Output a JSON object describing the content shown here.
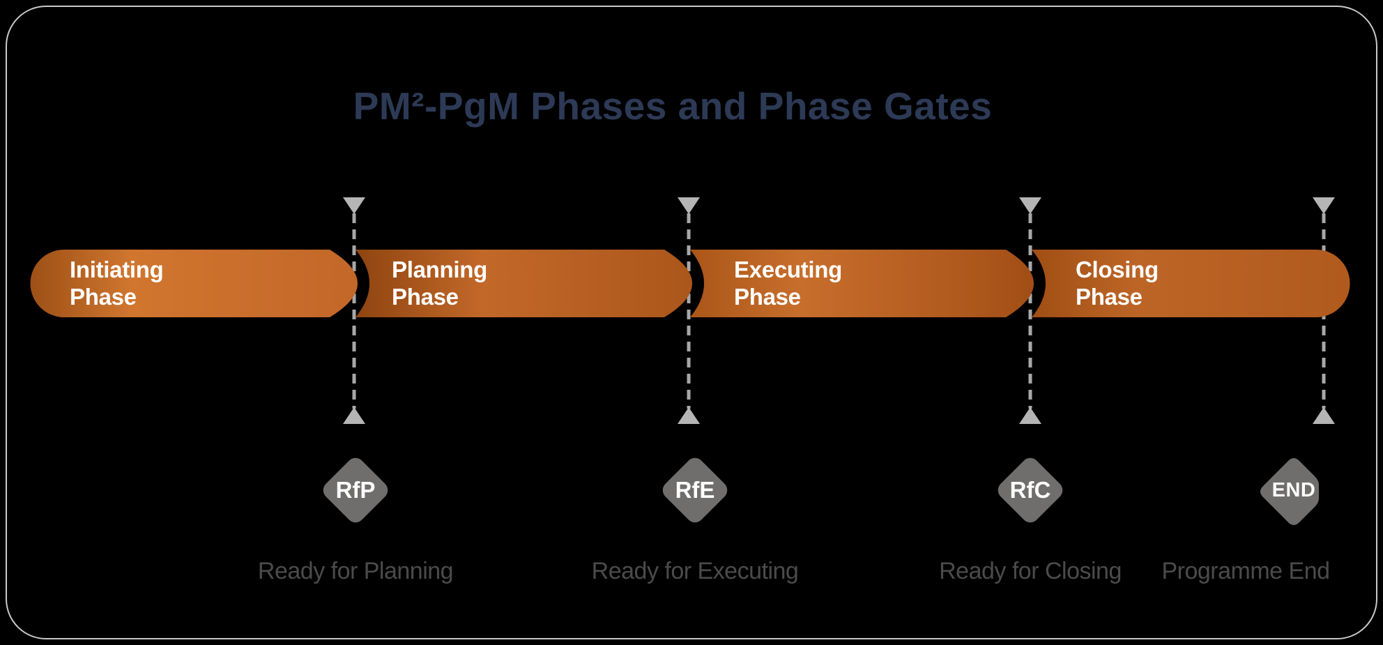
{
  "title": "PM²-PgM Phases and Phase Gates",
  "phases": [
    {
      "name": "initiating-phase",
      "line1": "Initiating",
      "line2": "Phase"
    },
    {
      "name": "planning-phase",
      "line1": "Planning",
      "line2": "Phase"
    },
    {
      "name": "executing-phase",
      "line1": "Executing",
      "line2": "Phase"
    },
    {
      "name": "closing-phase",
      "line1": "Closing",
      "line2": "Phase"
    }
  ],
  "gates": [
    {
      "abbr": "RfP",
      "label": "Ready for Planning"
    },
    {
      "abbr": "RfE",
      "label": "Ready for Executing"
    },
    {
      "abbr": "RfC",
      "label": "Ready for Closing"
    },
    {
      "abbr": "END",
      "label": "Programme End"
    }
  ],
  "colors": {
    "background": "#000000",
    "frame_border": "#c9c9c9",
    "title_text": "#2d3a56",
    "phase_orange_light": "#d0762f",
    "phase_orange_dark": "#8e4410",
    "phase_text": "#ffffff",
    "gate_diamond": "#6f6e6d",
    "gate_abbr_text": "#ffffff",
    "gate_label_text": "#4b4b4b",
    "dashed_line": "#a8a8a8",
    "triangle_marker": "#b5b5b5"
  }
}
